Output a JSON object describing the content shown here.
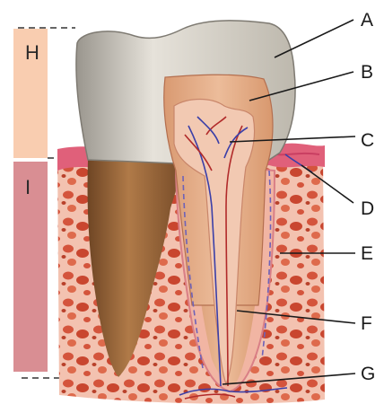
{
  "region_labels": {
    "crown": "H",
    "root": "I"
  },
  "callout_labels": [
    "A",
    "B",
    "C",
    "D",
    "E",
    "F",
    "G"
  ],
  "colors": {
    "crown_bar": "#f9cdb0",
    "root_bar": "#d98e93",
    "enamel": "#c9c3b8",
    "dentin": "#e3a985",
    "pulp": "#e7a27f",
    "gum": "#e0607a",
    "bone": "#d85a42",
    "root_brown": "#9a6a3e"
  }
}
